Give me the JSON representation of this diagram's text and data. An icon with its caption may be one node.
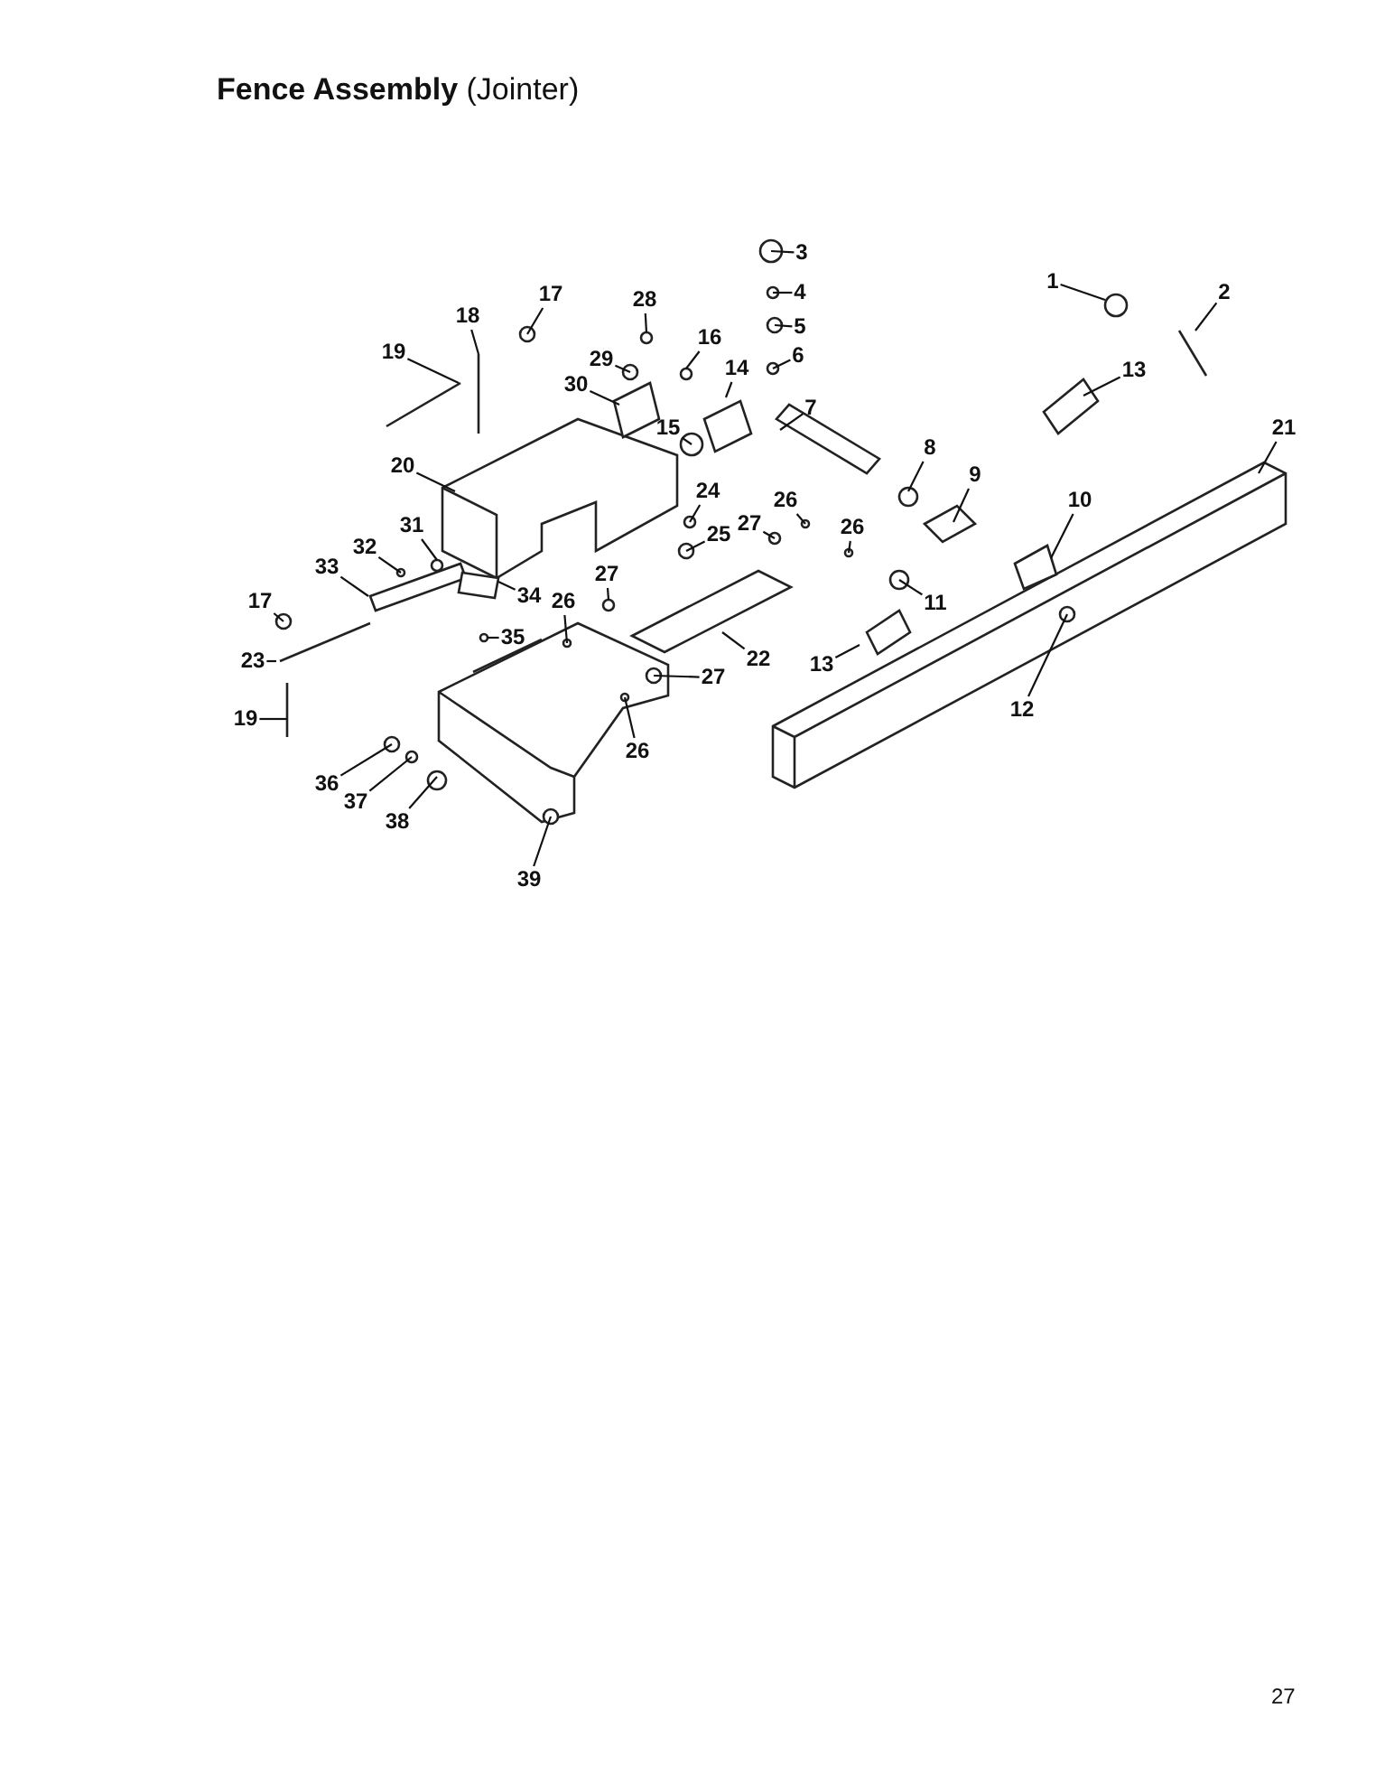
{
  "diagram": {
    "title": "**Fence Assembly** (Jointer)",
    "nodes": [
      {
        "text": [
          "3"
        ]
      },
      {
        "text": [
          "4"
        ]
      },
      {
        "text": [
          "1"
        ]
      },
      {
        "text": [
          "2"
        ]
      },
      {
        "text": [
          "17"
        ]
      },
      {
        "text": [
          "28"
        ]
      },
      {
        "text": [
          "18"
        ]
      },
      {
        "text": [
          "5"
        ]
      },
      {
        "text": [
          "16"
        ]
      },
      {
        "text": [
          "19"
        ]
      },
      {
        "text": [
          "29"
        ]
      },
      {
        "text": [
          "6"
        ]
      },
      {
        "text": [
          "13"
        ]
      },
      {
        "text": [
          "14"
        ]
      },
      {
        "text": [
          "30"
        ]
      },
      {
        "text": [
          "7"
        ]
      },
      {
        "text": [
          "15"
        ]
      },
      {
        "text": [
          "21"
        ]
      },
      {
        "text": [
          "8"
        ]
      },
      {
        "text": [
          "20"
        ]
      },
      {
        "text": [
          "9"
        ]
      },
      {
        "text": [
          "24"
        ]
      },
      {
        "text": [
          "26"
        ]
      },
      {
        "text": [
          "10"
        ]
      },
      {
        "text": [
          "26"
        ]
      },
      {
        "text": [
          "27"
        ]
      },
      {
        "text": [
          "31"
        ]
      },
      {
        "text": [
          "25"
        ]
      },
      {
        "text": [
          "32"
        ]
      },
      {
        "text": [
          "33"
        ]
      },
      {
        "text": [
          "27"
        ]
      },
      {
        "text": [
          "26"
        ]
      },
      {
        "text": [
          "17"
        ]
      },
      {
        "text": [
          "34"
        ]
      },
      {
        "text": [
          "11"
        ]
      },
      {
        "text": [
          "35"
        ]
      },
      {
        "text": [
          "22"
        ]
      },
      {
        "text": [
          "23"
        ]
      },
      {
        "text": [
          "13"
        ]
      },
      {
        "text": [
          "27"
        ]
      },
      {
        "text": [
          "12"
        ]
      },
      {
        "text": [
          "19"
        ]
      },
      {
        "text": [
          "26"
        ]
      },
      {
        "text": [
          "36"
        ]
      },
      {
        "text": [
          "37"
        ]
      },
      {
        "text": [
          "38"
        ]
      },
      {
        "text": [
          "39"
        ]
      }
    ],
    "edges": [
      {
        "from": 0,
        "to": null,
        "arrow": "none"
      },
      {
        "from": 1,
        "to": null,
        "arrow": "none"
      },
      {
        "from": 2,
        "to": null,
        "arrow": "none"
      },
      {
        "from": 3,
        "to": null,
        "arrow": "none"
      },
      {
        "from": 4,
        "to": null,
        "arrow": "none"
      },
      {
        "from": 5,
        "to": null,
        "arrow": "none"
      },
      {
        "from": 6,
        "to": null,
        "arrow": "none"
      },
      {
        "from": 7,
        "to": null,
        "arrow": "none"
      },
      {
        "from": 8,
        "to": null,
        "arrow": "none"
      },
      {
        "from": 9,
        "to": null,
        "arrow": "none"
      },
      {
        "from": 10,
        "to": null,
        "arrow": "none"
      },
      {
        "from": 11,
        "to": null,
        "arrow": "none"
      },
      {
        "from": 12,
        "to": null,
        "arrow": "none"
      },
      {
        "from": 13,
        "to": null,
        "arrow": "none"
      },
      {
        "from": 14,
        "to": null,
        "arrow": "none"
      },
      {
        "from": 15,
        "to": null,
        "arrow": "none"
      },
      {
        "from": 16,
        "to": null,
        "arrow": "none"
      },
      {
        "from": 17,
        "to": null,
        "arrow": "none"
      },
      {
        "from": 18,
        "to": null,
        "arrow": "none"
      },
      {
        "from": 19,
        "to": null,
        "arrow": "none"
      },
      {
        "from": 20,
        "to": null,
        "arrow": "none"
      },
      {
        "from": 21,
        "to": null,
        "arrow": "none"
      },
      {
        "from": 22,
        "to": null,
        "arrow": "none"
      },
      {
        "from": 23,
        "to": null,
        "arrow": "none"
      },
      {
        "from": 24,
        "to": null,
        "arrow": "none"
      },
      {
        "from": 25,
        "to": null,
        "arrow": "none"
      },
      {
        "from": 26,
        "to": null,
        "arrow": "none"
      },
      {
        "from": 27,
        "to": null,
        "arrow": "none"
      },
      {
        "from": 28,
        "to": null,
        "arrow": "none"
      },
      {
        "from": 29,
        "to": null,
        "arrow": "none"
      },
      {
        "from": 30,
        "to": null,
        "arrow": "none"
      },
      {
        "from": 31,
        "to": null,
        "arrow": "none"
      },
      {
        "from": 32,
        "to": null,
        "arrow": "none"
      },
      {
        "from": 33,
        "to": null,
        "arrow": "none"
      },
      {
        "from": 34,
        "to": null,
        "arrow": "none"
      },
      {
        "from": 35,
        "to": null,
        "arrow": "none"
      },
      {
        "from": 36,
        "to": null,
        "arrow": "none"
      },
      {
        "from": 37,
        "to": null,
        "arrow": "none"
      },
      {
        "from": 38,
        "to": null,
        "arrow": "none"
      },
      {
        "from": 39,
        "to": null,
        "arrow": "none"
      },
      {
        "from": 40,
        "to": null,
        "arrow": "none"
      },
      {
        "from": 41,
        "to": null,
        "arrow": "none"
      },
      {
        "from": 42,
        "to": null,
        "arrow": "none"
      },
      {
        "from": 43,
        "to": null,
        "arrow": "none"
      },
      {
        "from": 44,
        "to": null,
        "arrow": "none"
      },
      {
        "from": 45,
        "to": null,
        "arrow": "none"
      },
      {
        "from": 46,
        "to": null,
        "arrow": "none"
      }
    ],
    "labels": [
      "27"
    ]
  }
}
